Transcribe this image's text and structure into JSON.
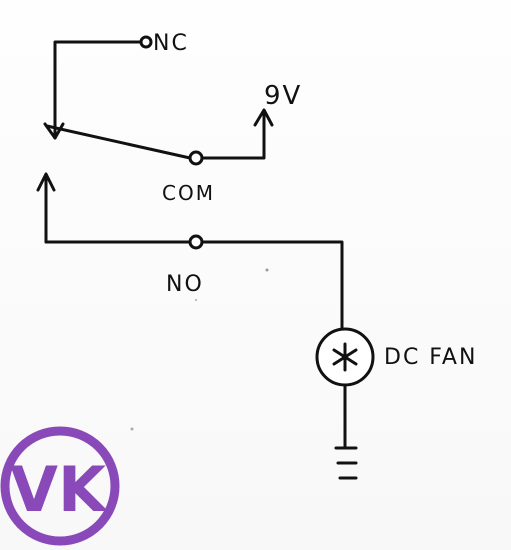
{
  "diagram": {
    "labels": {
      "nc": "NC",
      "supply": "9V",
      "com": "COM",
      "no": "NO",
      "load": "DC FAN"
    },
    "logo": {
      "text": "VK",
      "color": "#8a49b8"
    },
    "ink_color": "#111111"
  }
}
